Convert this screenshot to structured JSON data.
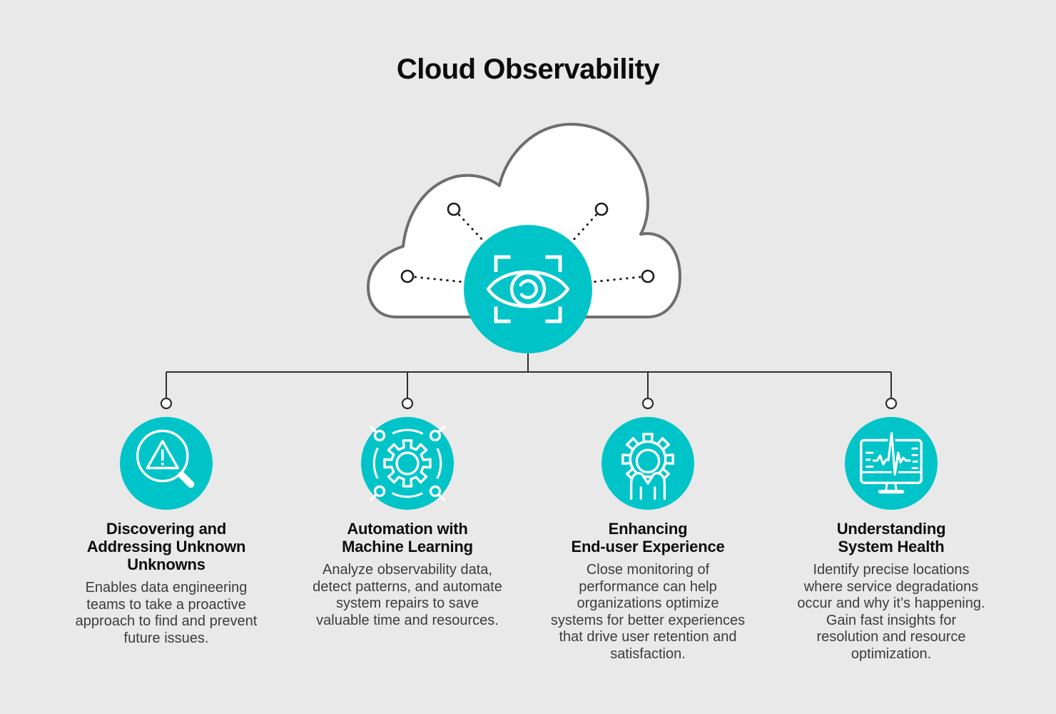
{
  "title": "Cloud Observability",
  "colors": {
    "accent_teal": "#00C4C8",
    "background": "#E9E9E9",
    "cloud_outline": "#6E6E6E",
    "connector_line": "#2E2E2E",
    "heading_text": "#0D0D0D",
    "body_text": "#3C3C3C",
    "icon_stroke": "#FFFFFF"
  },
  "hub": {
    "icon": "eye-scan-icon"
  },
  "branches": [
    {
      "icon": "magnifier-alert-icon",
      "heading": "Discovering and\nAddressing Unknown\nUnknowns",
      "body": "Enables data engineering\nteams to take a proactive\napproach to find and prevent\nfuture issues."
    },
    {
      "icon": "automation-gear-icon",
      "heading": "Automation with\nMachine Learning",
      "body": "Analyze observability data,\ndetect patterns, and automate\nsystem repairs to save\nvaluable time and resources."
    },
    {
      "icon": "user-gear-icon",
      "heading": "Enhancing\nEnd-user Experience",
      "body": "Close monitoring of\nperformance can help\norganizations optimize\nsystems for better experiences\nthat drive user retention and\nsatisfaction."
    },
    {
      "icon": "monitor-pulse-icon",
      "heading": "Understanding\nSystem Health",
      "body": "Identify precise locations\nwhere service degradations\noccur and why it’s happening.\nGain fast insights for\nresolution and resource\noptimization."
    }
  ]
}
